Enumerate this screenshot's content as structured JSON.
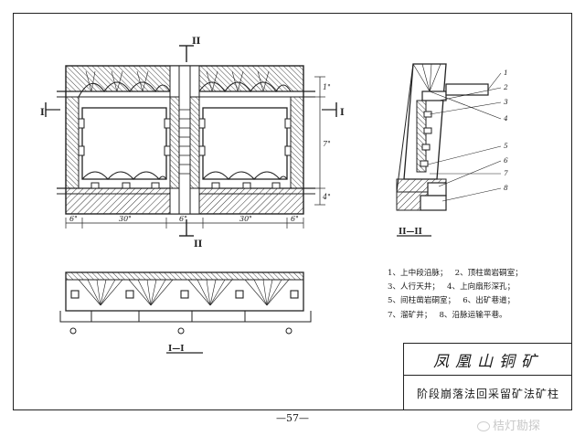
{
  "sections": {
    "cut_II_top": "II",
    "cut_II_bottom": "II",
    "cut_I_left": "I",
    "cut_I_right": "I",
    "section_II_caption": "II—II",
    "section_I_caption": "I—I"
  },
  "dimensions": {
    "d1": "6\"",
    "d2": "30\"",
    "d3": "6\"",
    "d4": "30\"",
    "d5": "6\"",
    "v1": "1\"",
    "v2": "7\"",
    "v3": "4\""
  },
  "callouts": [
    "1",
    "2",
    "3",
    "4",
    "5",
    "6",
    "7",
    "8"
  ],
  "legend": {
    "row1": [
      "1、上中段沿脉；",
      "2、顶柱凿岩硐室；"
    ],
    "row2": [
      "3、人行天井；",
      "4、上向扇形深孔；"
    ],
    "row3": [
      "5、间柱凿岩硐室；",
      "6、出矿巷道；"
    ],
    "row4": [
      "7、溜矿井；",
      "8、沿脉运输平巷。"
    ]
  },
  "title_block": {
    "mine_name": "凤凰山铜矿",
    "method": "阶段崩落法回采留矿法矿柱"
  },
  "page_number": "—57—",
  "watermark": "桔灯勘探"
}
